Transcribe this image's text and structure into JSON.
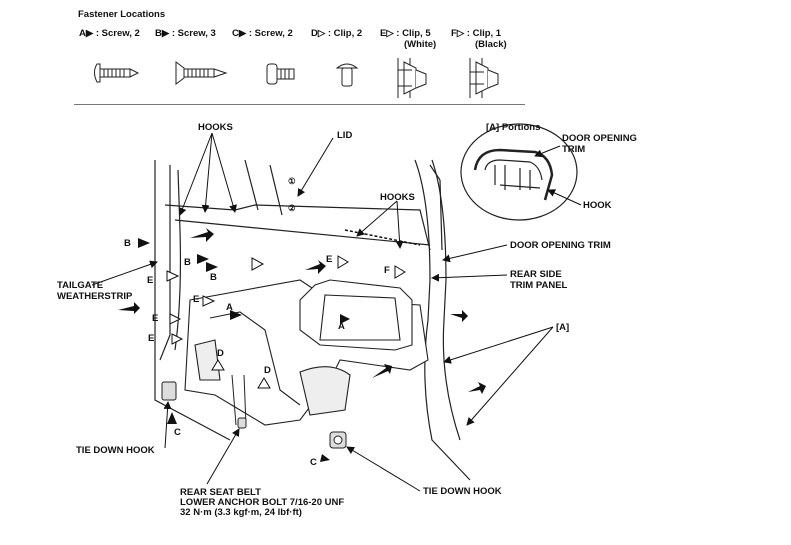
{
  "legend": {
    "title": "Fastener Locations",
    "items": [
      {
        "letter": "A",
        "text": "Screw, 2",
        "marker": "filled-triangle-icon"
      },
      {
        "letter": "B",
        "text": "Screw, 3",
        "marker": "filled-triangle-icon"
      },
      {
        "letter": "C",
        "text": "Screw, 2",
        "marker": "filled-triangle-icon"
      },
      {
        "letter": "D",
        "text": "Clip, 2",
        "marker": "outline-triangle-icon"
      },
      {
        "letter": "E",
        "text": "Clip, 5",
        "sub": "(White)",
        "marker": "outline-triangle-icon"
      },
      {
        "letter": "F",
        "text": "Clip, 1",
        "sub": "(Black)",
        "marker": "outline-triangle-icon"
      }
    ]
  },
  "callouts": {
    "hooks_left": "HOOKS",
    "lid": "LID",
    "hooks_right": "HOOKS",
    "portions": "[A]  Portions",
    "door_opening_trim_detail": "DOOR OPENING\nTRIM",
    "hook_detail": "HOOK",
    "door_opening_trim": "DOOR OPENING TRIM",
    "rear_side_trim_panel": "REAR SIDE\nTRIM PANEL",
    "bracket_a": "[A]",
    "tailgate_weatherstrip": "TAILGATE\nWEATHERSTRIP",
    "tie_down_hook_left": "TIE DOWN HOOK",
    "tie_down_hook_right": "TIE DOWN HOOK",
    "seat_belt_line1": "REAR SEAT BELT",
    "seat_belt_line2": "LOWER ANCHOR BOLT 7/16-20 UNF",
    "seat_belt_torque": "32 N·m (3.3 kgf·m, 24 lbf·ft)"
  },
  "fastener_marks": {
    "b1": "B",
    "b2": "B",
    "b3": "B",
    "e1": "E",
    "e2": "E",
    "e3": "E",
    "e4": "E",
    "e5": "E",
    "f1": "F",
    "a1": "A",
    "a2": "A",
    "d1": "D",
    "d2": "D",
    "c1": "C",
    "c2": "C",
    "step1": "①",
    "step2": "②"
  }
}
